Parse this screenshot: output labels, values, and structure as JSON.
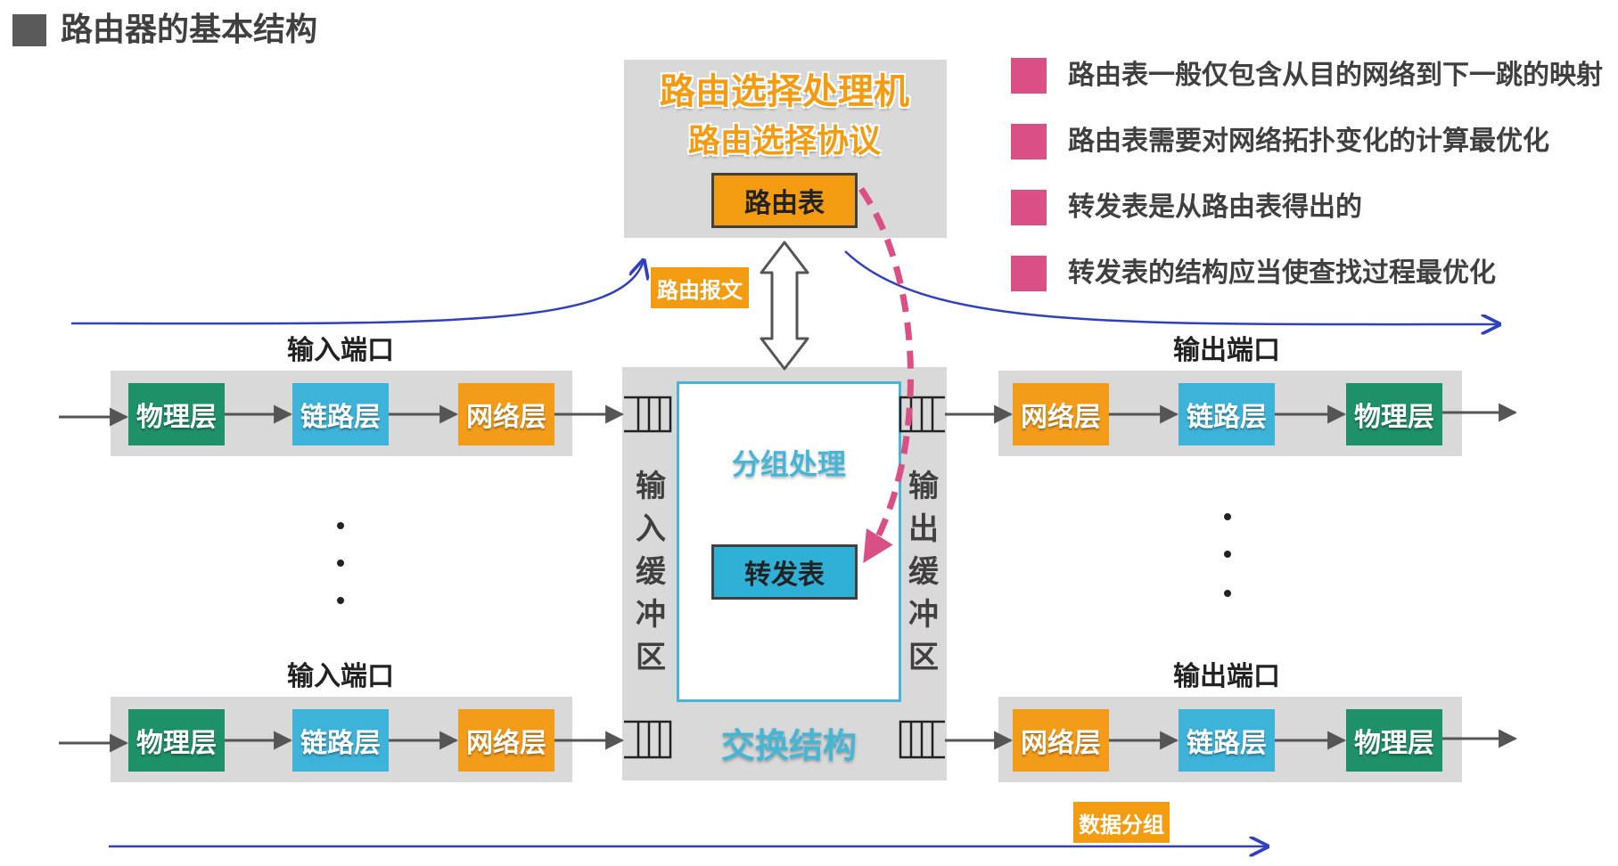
{
  "page_title": "路由器的基本结构",
  "routing_processor": {
    "title": "路由选择处理机",
    "subtitle": "路由选择协议",
    "routing_table": "路由表"
  },
  "routing_message_badge": "路由报文",
  "data_packet_badge": "数据分组",
  "notes": [
    "路由表一般仅包含从目的网络到下一跳的映射",
    "路由表需要对网络拓扑变化的计算最优化",
    "转发表是从路由表得出的",
    "转发表的结构应当使查找过程最优化"
  ],
  "input_port": {
    "label": "输入端口",
    "layers": [
      "物理层",
      "链路层",
      "网络层"
    ]
  },
  "output_port": {
    "label": "输出端口",
    "layers": [
      "网络层",
      "链路层",
      "物理层"
    ]
  },
  "switch_fabric": {
    "packet_processing": "分组处理",
    "forwarding_table": "转发表",
    "label": "交换结构",
    "input_buffer": "输入缓冲区",
    "output_buffer": "输出缓冲区"
  },
  "colors": {
    "physical": "#1e9168",
    "link": "#3eb3d9",
    "network": "#f39c1a",
    "accent_orange": "#f39c12",
    "bullet_pink": "#d94f86",
    "flow_blue": "#3040c0",
    "dash_pink": "#d94f86"
  }
}
